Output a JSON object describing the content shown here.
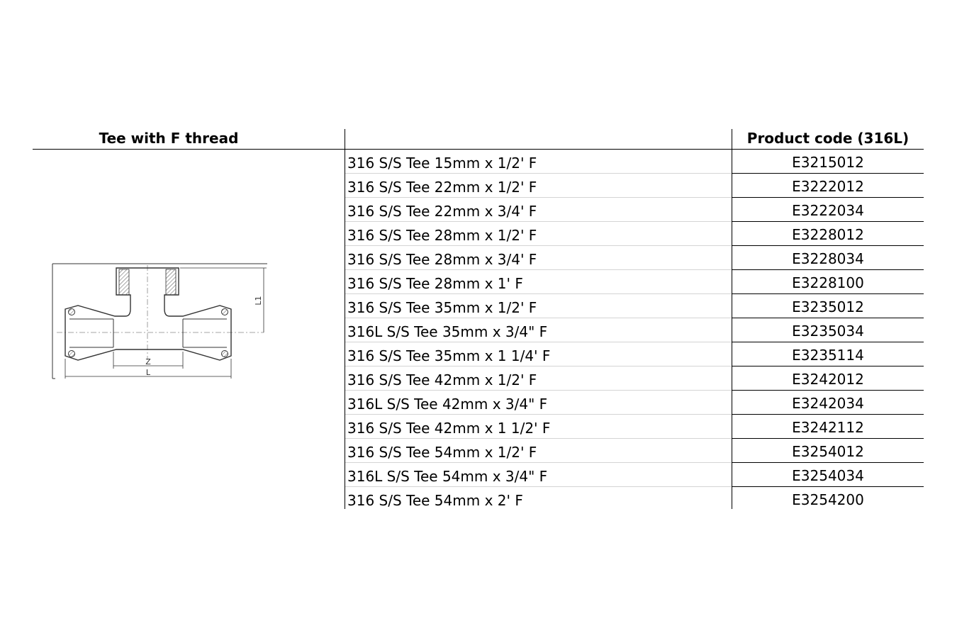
{
  "header": {
    "title": "Tee with F thread",
    "product_code_label": "Product code (316L)"
  },
  "drawing": {
    "dim_z": "Z",
    "dim_l": "L",
    "dim_l1": "L1"
  },
  "rows": [
    {
      "description": "316 S/S Tee 15mm x 1/2' F",
      "code": "E3215012"
    },
    {
      "description": "316 S/S Tee 22mm x 1/2' F",
      "code": "E3222012"
    },
    {
      "description": "316 S/S Tee 22mm x 3/4' F",
      "code": "E3222034"
    },
    {
      "description": "316 S/S Tee 28mm x 1/2' F",
      "code": "E3228012"
    },
    {
      "description": "316 S/S Tee 28mm x 3/4' F",
      "code": "E3228034"
    },
    {
      "description": "316 S/S Tee 28mm x 1' F",
      "code": "E3228100"
    },
    {
      "description": "316 S/S Tee 35mm x 1/2' F",
      "code": "E3235012"
    },
    {
      "description": "316L S/S Tee 35mm x 3/4\" F",
      "code": "E3235034"
    },
    {
      "description": "316 S/S Tee 35mm x 1 1/4' F",
      "code": "E3235114"
    },
    {
      "description": "316 S/S Tee 42mm x 1/2' F",
      "code": "E3242012"
    },
    {
      "description": "316L S/S Tee 42mm x 3/4\" F",
      "code": "E3242034"
    },
    {
      "description": "316 S/S Tee 42mm x 1 1/2' F",
      "code": "E3242112"
    },
    {
      "description": "316 S/S Tee 54mm x 1/2' F",
      "code": "E3254012"
    },
    {
      "description": "316L S/S Tee 54mm x 3/4\" F",
      "code": "E3254034"
    },
    {
      "description": "316 S/S Tee 54mm x 2' F",
      "code": "E3254200"
    }
  ]
}
